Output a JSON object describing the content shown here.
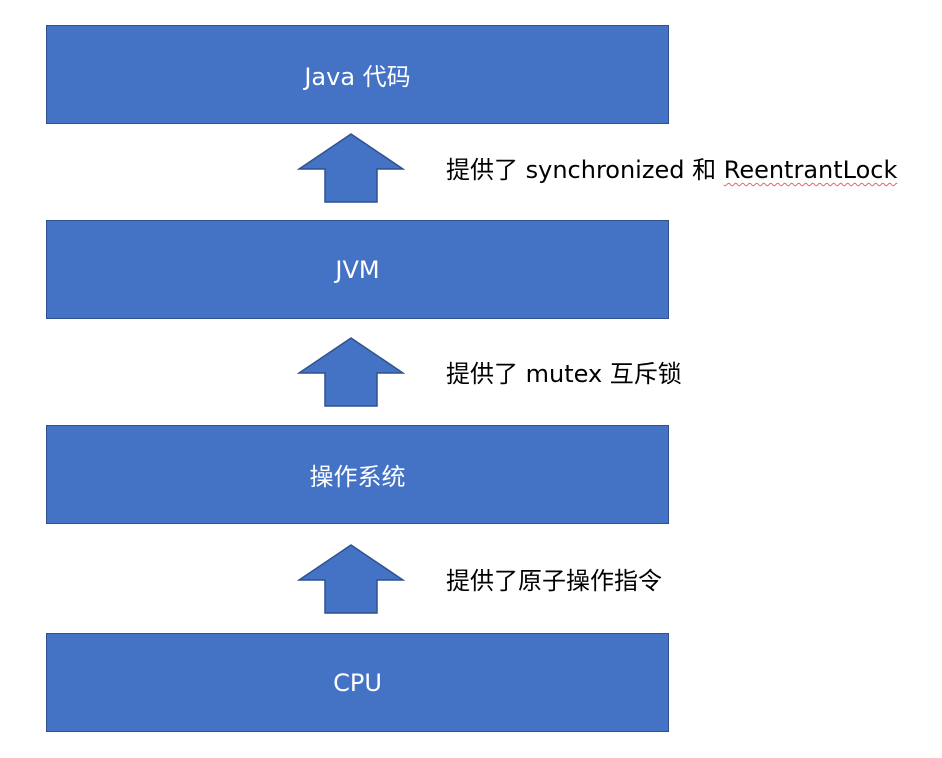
{
  "layers": {
    "java": "Java 代码",
    "jvm": "JVM",
    "os": "操作系统",
    "cpu": "CPU"
  },
  "arrows": {
    "jvm_to_java": {
      "prefix": "提供了 synchronized 和 ",
      "flagged_word": "ReentrantLock"
    },
    "os_to_jvm": "提供了 mutex 互斥锁",
    "cpu_to_os": "提供了原子操作指令"
  },
  "colors": {
    "box_fill": "#4472c4",
    "box_border": "#2f528f",
    "box_text": "#ffffff",
    "label_text": "#000000",
    "spellcheck_squiggle": "#e06666"
  },
  "icons": {
    "arrow": "up-arrow-icon"
  }
}
